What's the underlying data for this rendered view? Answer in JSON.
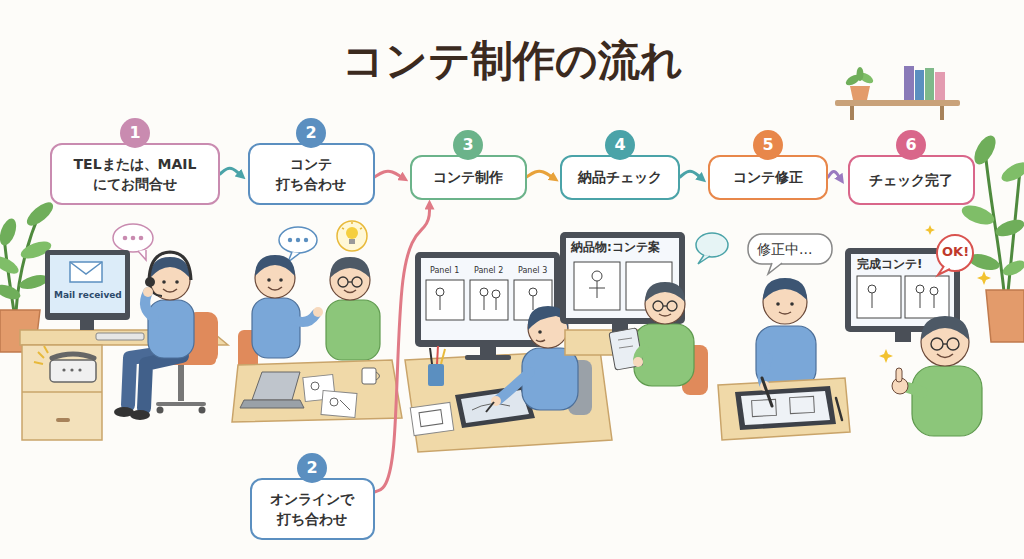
{
  "diagram": {
    "title": "コンテ制作の流れ",
    "nodes": [
      {
        "text": [
          "1",
          "TELまたは、MAIL にてお問合せ"
        ]
      },
      {
        "text": [
          "2",
          "コンテ 打ち合わせ"
        ]
      },
      {
        "text": [
          "3",
          "コンテ制作"
        ]
      },
      {
        "text": [
          "4",
          "納品チェック"
        ]
      },
      {
        "text": [
          "5",
          "コンテ修正"
        ]
      },
      {
        "text": [
          "6",
          "チェック完了"
        ]
      },
      {
        "text": [
          "2",
          "オンラインで 打ち合わせ"
        ]
      }
    ],
    "edges": [
      {
        "from": 0,
        "to": 1,
        "arrow": "to"
      },
      {
        "from": 1,
        "to": 2,
        "arrow": "to"
      },
      {
        "from": 2,
        "to": 3,
        "arrow": "to"
      },
      {
        "from": 3,
        "to": 4,
        "arrow": "to"
      },
      {
        "from": 4,
        "to": 5,
        "arrow": "to"
      },
      {
        "from": 6,
        "to": 2,
        "arrow": "to"
      }
    ],
    "labels": [
      "Mail received",
      "Panel 1",
      "Panel 2",
      "Panel 3",
      "納品物:コンテ案",
      "修正中...",
      "完成コンテ!",
      "OK!"
    ]
  }
}
